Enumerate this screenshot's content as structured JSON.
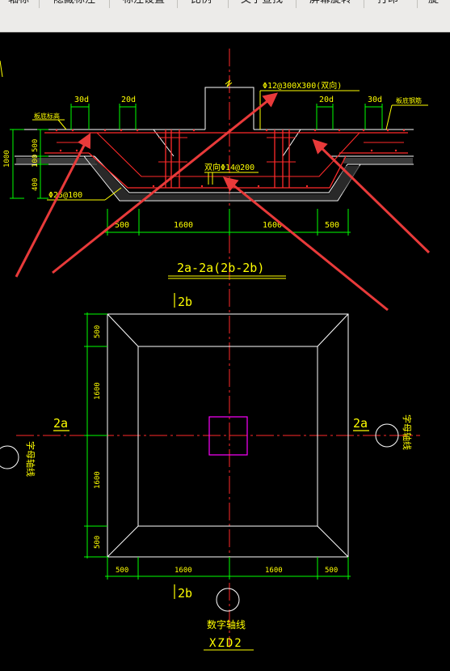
{
  "toolbar": {
    "items": [
      "轴标",
      "隐藏标注",
      "标注设置",
      "比例",
      "文字查找",
      "屏幕旋转",
      "打印",
      "旋"
    ]
  },
  "section": {
    "title": "2a-2a(2b-2b)",
    "rebar_top": "Φ12@300X300(双向)",
    "rebar_mid": "双向Φ14@200",
    "rebar_bottom": "Φ25@100",
    "label_left_top": "板底标高",
    "label_right_top": "板底钢筋",
    "dim_30d_left": "30d",
    "dim_20d_left": "20d",
    "dim_20d_right": "20d",
    "dim_30d_right": "30d",
    "dim_1000": "1000",
    "dim_500_v": "500",
    "dim_100": "100",
    "dim_400": "400",
    "dim_bottom": [
      "500",
      "1600",
      "1600",
      "500"
    ]
  },
  "plan": {
    "label_2b_top": "2b",
    "label_2b_bottom": "2b",
    "label_2a_left": "2a",
    "label_2a_right": "2a",
    "axis_letter_left": "字母轴线",
    "axis_letter_right": "字母轴线",
    "axis_number": "数字轴线",
    "plan_name": "XZD2",
    "dim_left": [
      "500",
      "1600",
      "1600",
      "500"
    ],
    "dim_bottom": [
      "500",
      "1600",
      "1600",
      "500"
    ]
  },
  "colors": {
    "background": "#000000",
    "lines": "#ffffff",
    "dims": "#00ff00",
    "text": "#ffff00",
    "rebar": "#ff0000",
    "axis": "#ff0000",
    "column": "#ff00ff",
    "arrows": "#e83a3a"
  }
}
